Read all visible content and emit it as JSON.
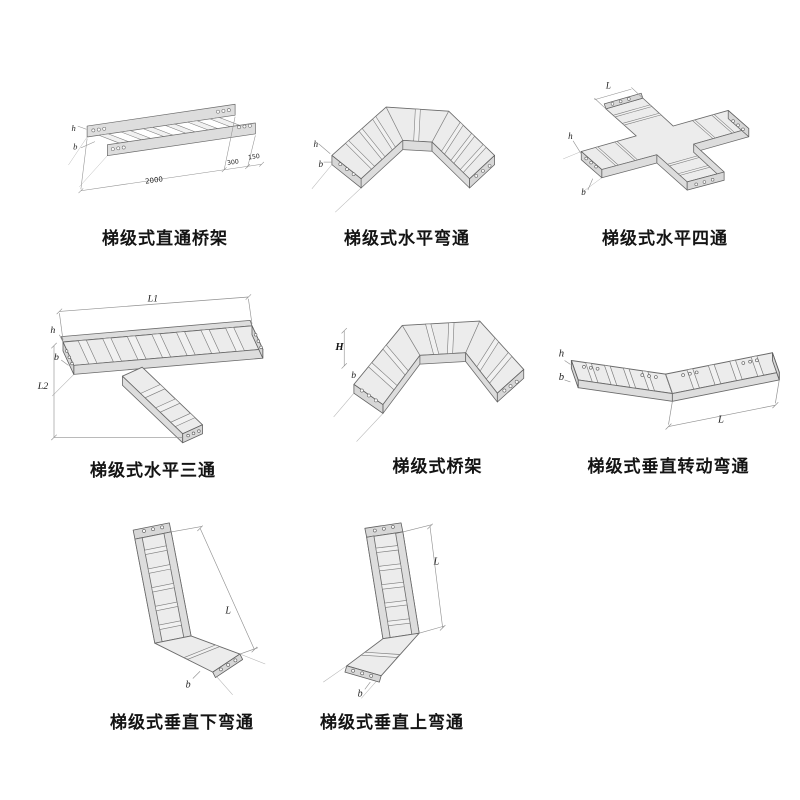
{
  "page": {
    "background": "#ffffff"
  },
  "figures": [
    {
      "id": "straight-bridge",
      "label": "梯级式直通桥架",
      "dims": {
        "d1": "2000",
        "d2": "300",
        "d3": "150",
        "h": "h",
        "b": "b"
      }
    },
    {
      "id": "horizontal-bend",
      "label": "梯级式水平弯通",
      "dims": {
        "h": "h",
        "b": "b"
      }
    },
    {
      "id": "horizontal-cross",
      "label": "梯级式水平四通",
      "dims": {
        "L": "L",
        "h": "h",
        "b": "b"
      }
    },
    {
      "id": "horizontal-tee",
      "label": "梯级式水平三通",
      "dims": {
        "L1": "L1",
        "L2": "L2",
        "h": "h",
        "b": "b"
      }
    },
    {
      "id": "ladder-bridge",
      "label": "梯级式桥架",
      "dims": {
        "H": "H",
        "b": "b"
      }
    },
    {
      "id": "vertical-swivel-bend",
      "label": "梯级式垂直转动弯通",
      "dims": {
        "h": "h",
        "b": "b",
        "L": "L"
      }
    },
    {
      "id": "vertical-down-bend",
      "label": "梯级式垂直下弯通",
      "dims": {
        "L": "L",
        "b": "b"
      }
    },
    {
      "id": "vertical-up-bend",
      "label": "梯级式垂直上弯通",
      "dims": {
        "L": "L",
        "b": "b"
      }
    }
  ]
}
